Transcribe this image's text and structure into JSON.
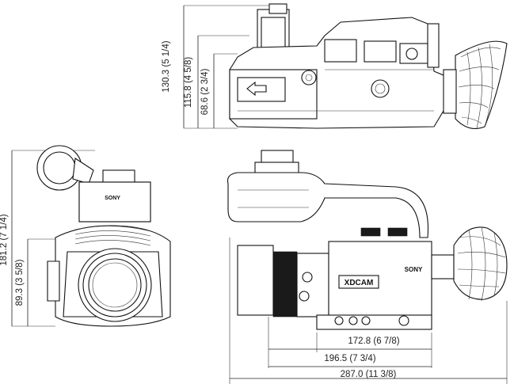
{
  "dimensions": {
    "top_view": {
      "height_overall": "130.3 (5 1/4)",
      "height_mid": "115.8 (4 5/8)",
      "height_low": "68.6 (2 3/4)"
    },
    "front_view": {
      "height_overall": "181.2 (7 1/4)",
      "height_lens": "89.3 (3 5/8)"
    },
    "side_view": {
      "length_body": "172.8 (6 7/8)",
      "length_mid": "196.5 (7 3/4)",
      "length_overall": "287.0 (11 3/8)"
    }
  },
  "labels": {
    "brand": "SONY",
    "model_badge": "XDCAM"
  }
}
